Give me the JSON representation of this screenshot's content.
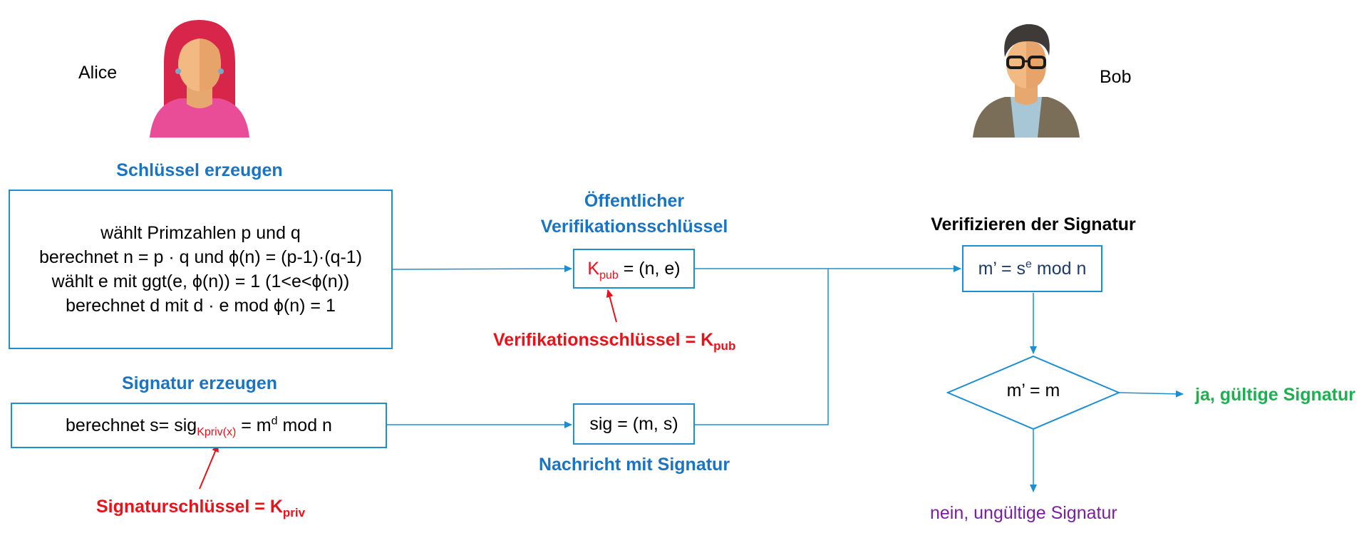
{
  "people": {
    "alice": {
      "name": "Alice"
    },
    "bob": {
      "name": "Bob"
    }
  },
  "key_generation": {
    "heading": "Schlüssel erzeugen",
    "lines": [
      "wählt Primzahlen p und q",
      "berechnet  n = p · q und ϕ(n) = (p-1)·(q-1)",
      "wählt e mit ggt(e, ϕ(n)) = 1 (1<e<ϕ(n))",
      "berechnet  d mit d · e mod ϕ(n) = 1"
    ]
  },
  "signature_generation": {
    "heading": "Signatur erzeugen",
    "formula_prefix": "berechnet  s= sig",
    "formula_sub": "Kpriv(x)",
    "formula_mid": " = m",
    "formula_sup": "d",
    "formula_suffix": " mod n",
    "key_label_prefix": "Signaturschlüssel = K",
    "key_label_sub": "priv"
  },
  "public_key": {
    "heading_line1": "Öffentlicher",
    "heading_line2": "Verifikationsschlüssel",
    "box_k": "K",
    "box_sub": "pub",
    "box_rest": " = (n, e)",
    "label_prefix": "Verifikationsschlüssel = K",
    "label_sub": "pub"
  },
  "signed_message": {
    "box_text": "sig = (m, s)",
    "label": "Nachricht mit Signatur"
  },
  "verification": {
    "heading": "Verifizieren der Signatur",
    "formula_prefix": "m’ = s",
    "formula_sup": "e",
    "formula_suffix": " mod n",
    "decision": "m’ = m",
    "yes_label": "ja, gültige Signatur",
    "no_label": "nein, ungültige Signatur"
  },
  "colors": {
    "heading_blue": "#1a74c2",
    "box_border": "#1d8fd0",
    "arrow": "#1d8fd0",
    "red": "#e8121a",
    "green": "#1eb050",
    "purple": "#7a1fa2"
  },
  "icons": [
    "alice-avatar-icon",
    "bob-avatar-icon"
  ]
}
